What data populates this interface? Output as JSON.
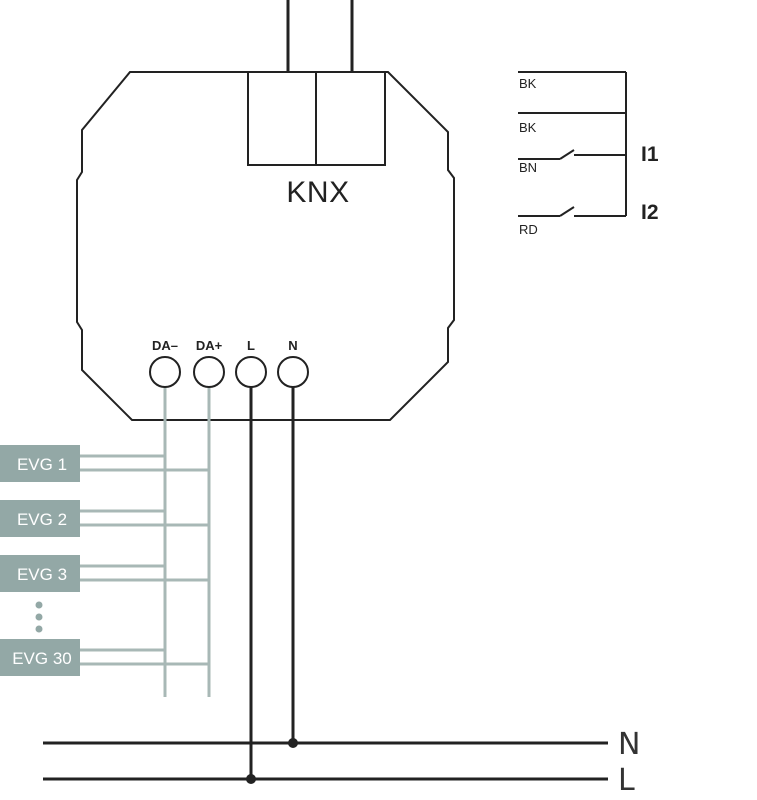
{
  "device": {
    "bus_label": "KNX",
    "terminals": [
      "DA–",
      "DA+",
      "L",
      "N"
    ]
  },
  "inputs": {
    "wires": [
      "BK",
      "BK",
      "BN",
      "RD"
    ],
    "labels": [
      "I1",
      "I2"
    ]
  },
  "ballasts": [
    "EVG 1",
    "EVG 2",
    "EVG 3",
    "EVG 30"
  ],
  "mains": {
    "lines": [
      "N",
      "L"
    ]
  },
  "colors": {
    "line_dark": "#222222",
    "dali_wire": "#a8b8b6",
    "ballast_box": "#93a8a6"
  }
}
